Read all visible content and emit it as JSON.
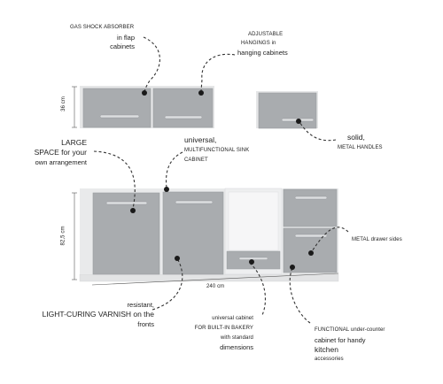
{
  "dimensions": {
    "wall_height": "36 cm",
    "base_height": "82,5 cm",
    "total_width": "240 cm"
  },
  "callouts": {
    "gas_shock": {
      "line1": "GAS SHOCK ABSORBER",
      "line2": "in flap",
      "line3": "cabinets"
    },
    "adjustable": {
      "line1": "ADJUSTABLE",
      "line2": "HANGINGS in",
      "line3": "hanging cabinets"
    },
    "large_space": {
      "line1": "LARGE",
      "line2": "SPACE for your",
      "line3": "own arrangement"
    },
    "sink": {
      "line1": "universal,",
      "line2": "MULTIFUNCTIONAL SINK",
      "line3": "CABINET"
    },
    "handles": {
      "line1": "solid,",
      "line2": "METAL HANDLES"
    },
    "drawer_sides": {
      "line1": "METAL drawer sides"
    },
    "varnish": {
      "line1": "resistant,",
      "line2": "LIGHT-CURING VARNISH on the",
      "line3": "fronts"
    },
    "bakery": {
      "line1": "universal cabinet",
      "line2": "FOR BUILT-IN BAKERY",
      "line3": "with standard",
      "line4": "dimensions"
    },
    "under_counter": {
      "line1": "FUNCTIONAL under-counter",
      "line2": "cabinet for handy",
      "line3": "kitchen",
      "line4": "accessories"
    }
  },
  "colors": {
    "front": "#a9acaf",
    "front_light": "#b6b9bc",
    "carcass": "#e9eaeb",
    "carcass_edge": "#cfd1d3",
    "handle": "#d8dadc",
    "dot": "#1a1a1a",
    "text": "#222222"
  }
}
